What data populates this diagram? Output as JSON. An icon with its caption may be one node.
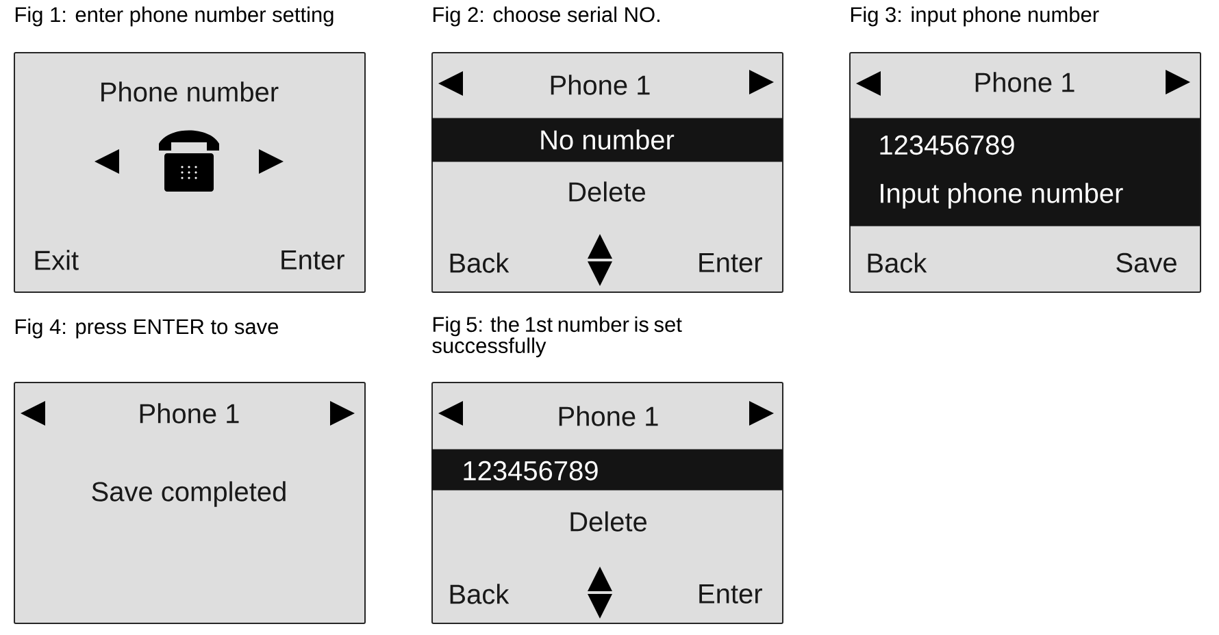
{
  "diagram": {
    "nodes": [
      {
        "text": [
          "Fig 1: enter phone number setting",
          "Phone number",
          "Exit",
          "Enter"
        ]
      },
      {
        "text": [
          "Fig 2: choose serial NO.",
          "Phone 1",
          "Delete",
          "Back",
          "Enter"
        ]
      },
      {
        "text": [
          "No number"
        ],
        "in": 1
      },
      {
        "text": [
          "Fig 3: input phone number",
          "Phone 1",
          "Back",
          "Save"
        ]
      },
      {
        "text": [
          "123456789",
          "Input phone number"
        ],
        "in": 3
      },
      {
        "text": [
          "Fig 4: press ENTER to save",
          "Phone 1",
          "Save completed"
        ]
      },
      {
        "text": [
          "Fig 5: the 1st number is set successfully",
          "Phone 1",
          "Delete",
          "Back",
          "Enter"
        ]
      },
      {
        "text": [
          "123456789"
        ],
        "in": 6
      }
    ]
  }
}
